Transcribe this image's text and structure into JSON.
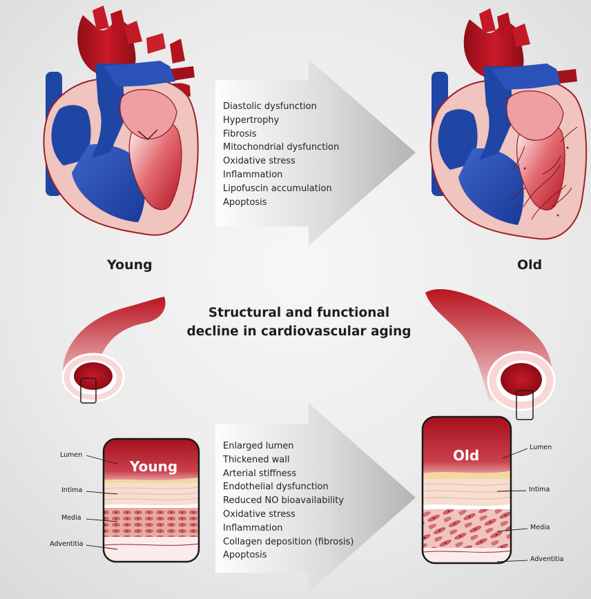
{
  "title_line1": "Structural and functional",
  "title_line2": "decline in cardiovascular aging",
  "heart": {
    "young_label": "Young",
    "old_label": "Old",
    "changes": [
      "Diastolic dysfunction",
      "Hypertrophy",
      "Fibrosis",
      "Mitochondrial dysfunction",
      "Oxidative stress",
      "Inflammation",
      "Lipofuscin accumulation",
      "Apoptosis"
    ]
  },
  "vessel": {
    "young_inset_label": "Young",
    "old_inset_label": "Old",
    "layers_left": [
      "Lumen",
      "Intima",
      "Media",
      "Adventitia"
    ],
    "layers_right": [
      "Lumen",
      "Intima",
      "Media",
      "Adventitia"
    ],
    "changes": [
      "Enlarged lumen",
      "Thickened wall",
      "Arterial stiffness",
      "Endothelial dysfunction",
      "Reduced NO bioavailability",
      "Oxidative stress",
      "Inflammation",
      "Collagen deposition (fibrosis)",
      "Apoptosis"
    ]
  },
  "colors": {
    "background": "#e7e7e7",
    "artery_red": "#b3121f",
    "vein_blue": "#1f45a5",
    "wall_pink": "#f0c7c2",
    "arrow_gray": "#bdbdbd"
  }
}
